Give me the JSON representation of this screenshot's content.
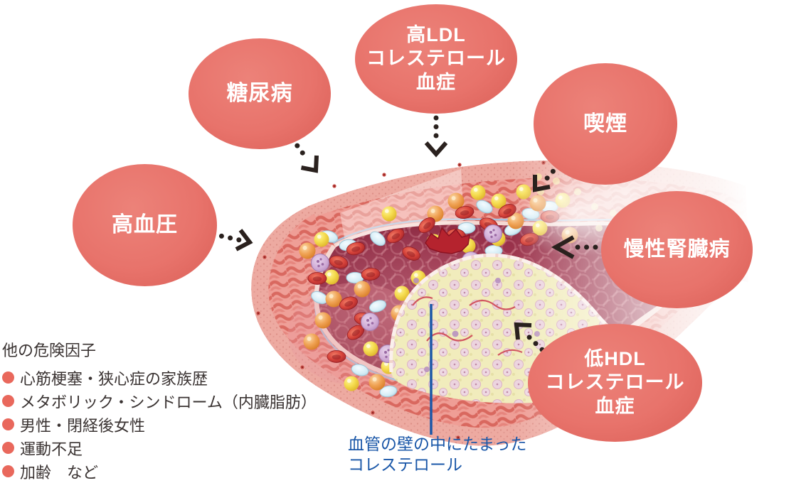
{
  "risk_bubbles": [
    {
      "id": "diabetes",
      "label": "糖尿病"
    },
    {
      "id": "high-ldl",
      "label": "高LDL\nコレステロール\n血症"
    },
    {
      "id": "smoking",
      "label": "喫煙"
    },
    {
      "id": "ckd",
      "label": "慢性腎臓病"
    },
    {
      "id": "low-hdl",
      "label": "低HDL\nコレステロール\n血症"
    },
    {
      "id": "hypertension",
      "label": "高血圧"
    }
  ],
  "other_risk_factors": {
    "heading": "他の危険因子",
    "items": [
      "心筋梗塞・狭心症の家族歴",
      "メタボリック・シンドローム（内臓脂肪）",
      "男性・閉経後女性",
      "運動不足",
      "加齢　など"
    ]
  },
  "vessel_callout": {
    "text": "血管の壁の中にたまった\nコレステロール"
  },
  "colors": {
    "bubble": "#e8736b",
    "bullet": "#e9685c",
    "callout_blue": "#1a57a8",
    "arrow": "#2a211e",
    "text_dark": "#3a3332"
  }
}
